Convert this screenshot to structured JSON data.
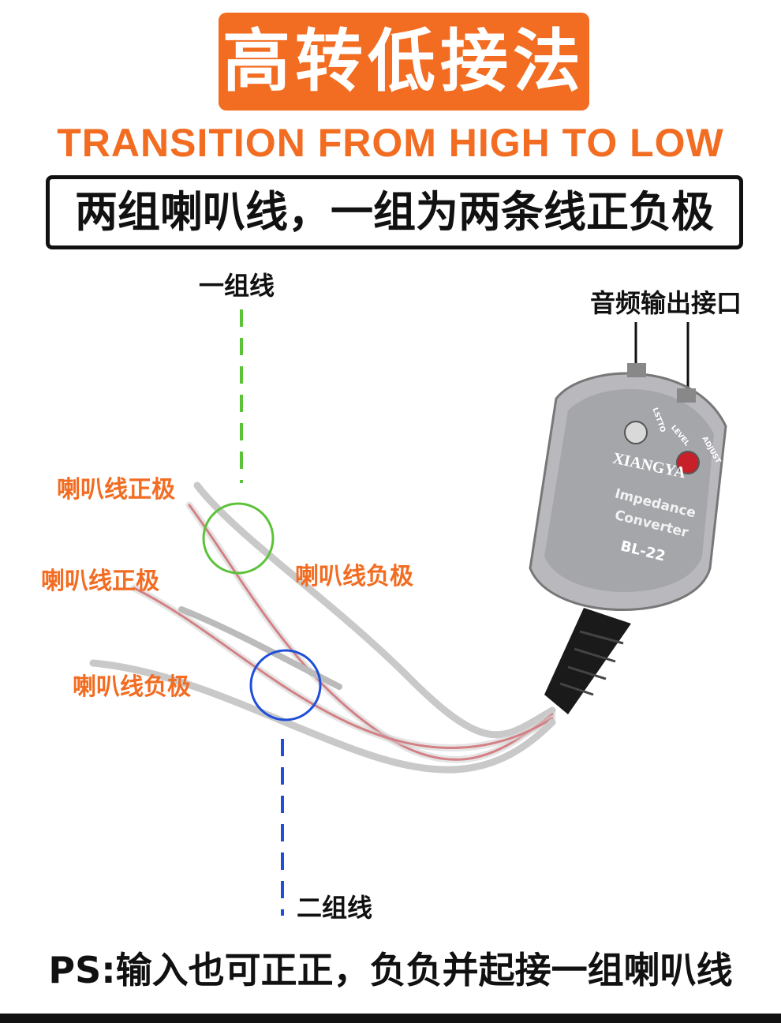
{
  "title": "高转低接法",
  "subtitle": "TRANSITION FROM HIGH TO LOW",
  "caption": "两组喇叭线，一组为两条线正负极",
  "labels": {
    "group_one": "一组线",
    "group_two": "二组线",
    "audio_output": "音频输出接口",
    "wire_positive_1": "喇叭线正极",
    "wire_positive_2": "喇叭线正极",
    "wire_negative_1": "喇叭线负极",
    "wire_negative_2": "喇叭线负极"
  },
  "device": {
    "brand": "XIANGYA",
    "line1": "Impedance",
    "line2": "Converter",
    "model": "BL-22",
    "knob_labels": [
      "LEVEL",
      "ADJUST",
      "LSTTO"
    ]
  },
  "note": "PS:输入也可正正，负负并起接一组喇叭线",
  "colors": {
    "accent_orange": "#f26c21",
    "group_one_green": "#5cc23a",
    "group_two_blue": "#1f4fd8",
    "wire_red": "#d8232a"
  }
}
